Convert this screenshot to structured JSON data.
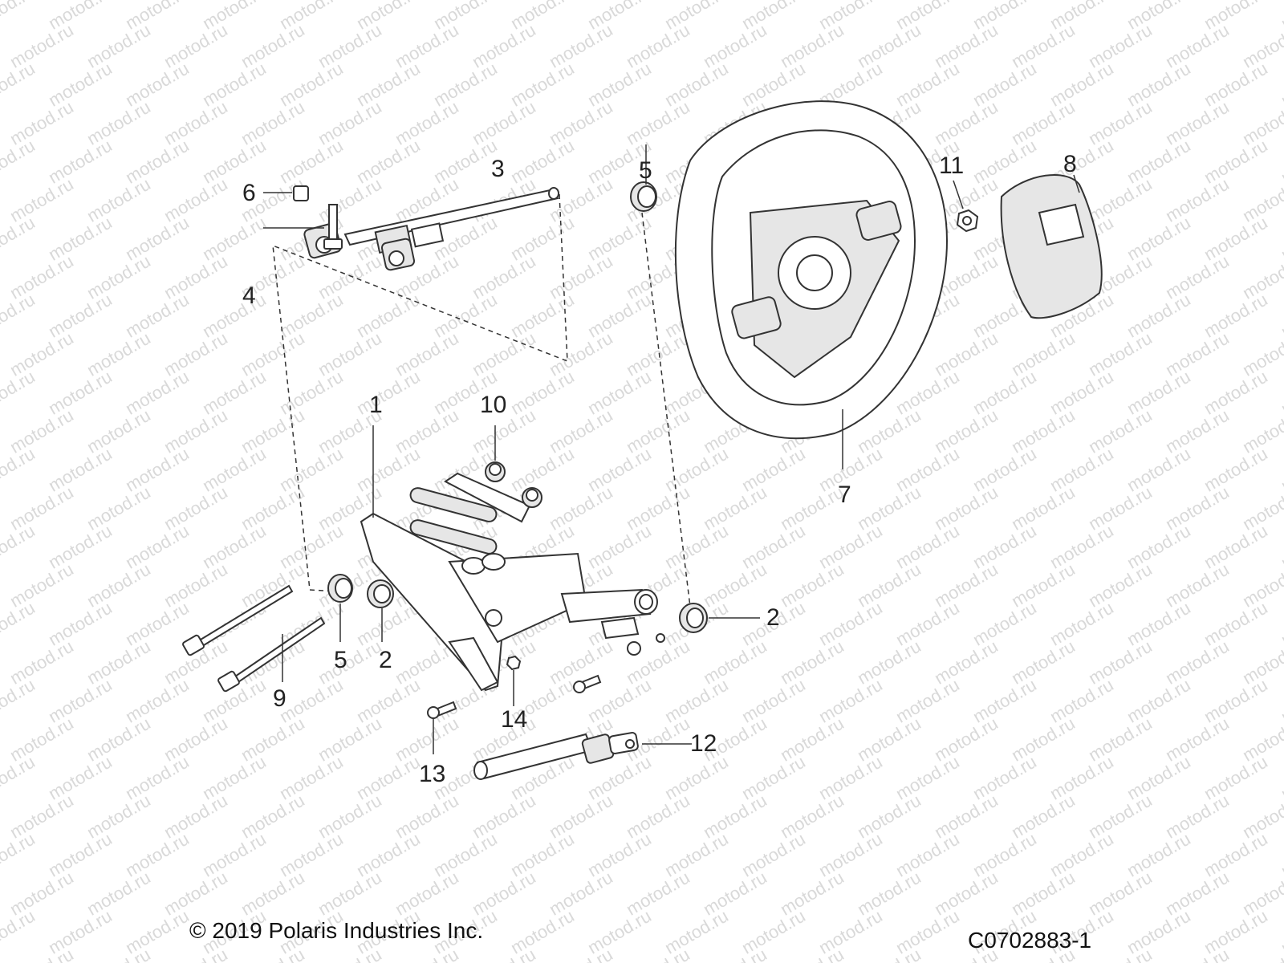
{
  "watermark": {
    "text": "motod.ru"
  },
  "callouts": {
    "c1": "1",
    "c2a": "2",
    "c2b": "2",
    "c3": "3",
    "c4": "4",
    "c5a": "5",
    "c5b": "5",
    "c6": "6",
    "c7": "7",
    "c8": "8",
    "c9": "9",
    "c10": "10",
    "c11": "11",
    "c12": "12",
    "c13": "13",
    "c14": "14"
  },
  "footer": {
    "copyright": "© 2019 Polaris Industries Inc.",
    "figure_id": "C0702883-1"
  },
  "colors": {
    "line": "#333333",
    "watermark": "#d9d9d9",
    "shade": "#e6e6e6"
  }
}
